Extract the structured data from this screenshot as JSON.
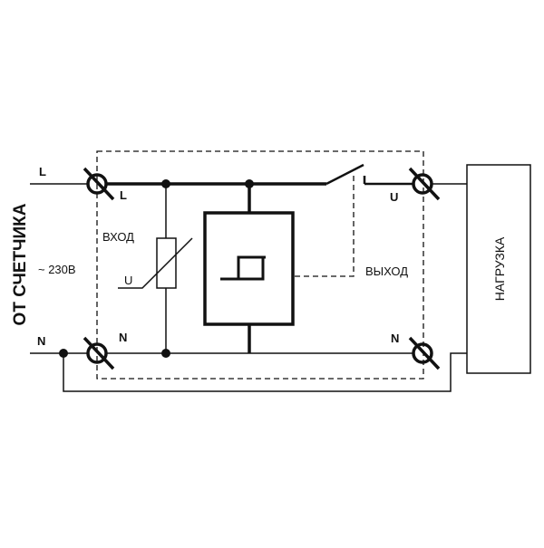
{
  "labels": {
    "source": "ОТ СЧЕТЧИКА",
    "voltage": "~ 230В",
    "input": "ВХОД",
    "output": "ВЫХОД",
    "load": "НАГРУЗКА",
    "line_in_outer": "L",
    "line_in_inner": "L",
    "neutral_in_outer": "N",
    "neutral_in_inner": "N",
    "output_phase": "U",
    "output_neutral": "N",
    "varistor_voltage": "U"
  },
  "colors": {
    "line": "#111111",
    "background": "#ffffff"
  }
}
